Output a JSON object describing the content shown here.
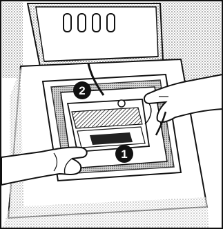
{
  "illustration": {
    "steps": [
      {
        "number": "1",
        "hand": "left",
        "action": "press-release-tab"
      },
      {
        "number": "2",
        "hand": "right",
        "action": "lift-cover"
      }
    ],
    "colors": {
      "ink": "#111111",
      "paper": "#ffffff",
      "shading": "#8a8a8a",
      "step_badge": "#111111"
    }
  }
}
